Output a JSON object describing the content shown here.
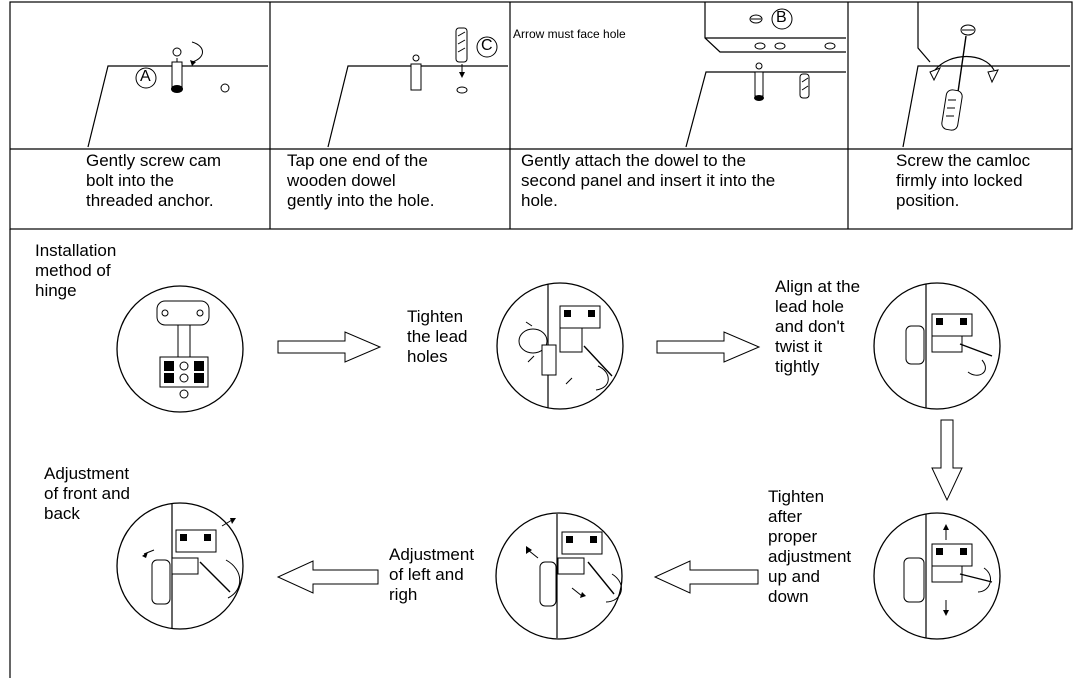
{
  "assembly_steps": [
    {
      "caption": "Gently screw cam\nbolt into the\nthreaded anchor.",
      "marker": "A"
    },
    {
      "caption": "Tap one end of the\nwooden dowel\ngently into the hole.",
      "marker": "C"
    },
    {
      "caption": "Gently attach the dowel to the\nsecond panel and insert it into the\nhole.",
      "marker": "B",
      "note": "Arrow must face hole"
    },
    {
      "caption": "Screw the camloc\nfirmly into locked\nposition."
    }
  ],
  "hinge": {
    "title": "Installation\nmethod of\nhinge",
    "steps": [
      {
        "label": "Tighten\nthe lead\nholes"
      },
      {
        "label": "Align at the\nlead hole\nand don't\ntwist it\ntightly"
      },
      {
        "label": "Tighten\nafter\nproper\nadjustment\nup and\ndown"
      },
      {
        "label": "Adjustment\nof left and\nrigh"
      },
      {
        "label": "Adjustment\nof front and\nback"
      }
    ]
  }
}
